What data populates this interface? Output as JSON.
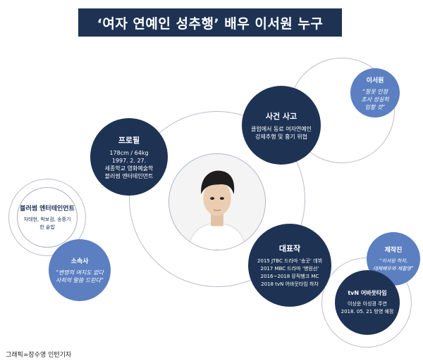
{
  "title": "‘여자 연예인 성추행’ 배우 이서원 누구",
  "profile": {
    "title": "프로필",
    "lines": [
      "178cm / 64kg",
      "1997. 2. 27.",
      "세종학교 영화예술학",
      "블러썸 엔터테인먼트"
    ]
  },
  "incident": {
    "title": "사건 사고",
    "lines": [
      "클럽에서 동료 여자연예인",
      "강제추행 및 흉기 위협"
    ]
  },
  "lee_quote": {
    "title": "이서원",
    "lines": [
      "“잘못 인정",
      "조사 성실히",
      "임할 것”"
    ]
  },
  "agency": {
    "title": "블러썸 엔터테인먼트",
    "lines": [
      "차태현, 박보검, 송중기",
      "한 솥밥"
    ]
  },
  "agency_quote": {
    "title": "소속사",
    "lines": [
      "“변명의 여지도 없다",
      "사죄의 말씀 드린다”"
    ]
  },
  "works": {
    "title": "대표작",
    "lines": [
      "2015 JTBC 드라마 ‘송곳’ 데뷔",
      "2017 MBC 드라마 ‘병원선’",
      "2016~2018 뮤직뱅크 MC",
      "2018 tvN 어바웃타임 하차"
    ]
  },
  "producer_quote": {
    "title": "제작진",
    "lines": [
      "“이서원 하차,",
      "대체배우와 재촬영”"
    ]
  },
  "tvn": {
    "title": "tvN 어바웃타임",
    "lines": [
      "이상윤 이성경 주연",
      "2018. 05. 21 방영 예정"
    ]
  },
  "credit": "그래픽=장수영 인턴기자",
  "colors": {
    "navy": "#1e3354",
    "blue": "#5b7fc0",
    "ring": "#b9bec6"
  }
}
